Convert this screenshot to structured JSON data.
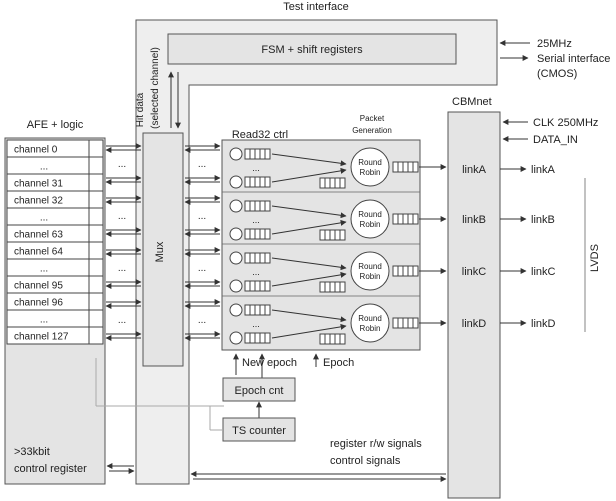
{
  "test_interface": {
    "title": "Test interface",
    "fsm_label": "FSM + shift registers",
    "clock_label": "25MHz",
    "serial_line1": "Serial interface",
    "serial_line2": "(CMOS)"
  },
  "afe": {
    "title": "AFE + logic",
    "channels": [
      "channel 0",
      "...",
      "channel 31",
      "channel 32",
      "...",
      "channel 63",
      "channel 64",
      "...",
      "channel 95",
      "channel 96",
      "...",
      "channel 127"
    ],
    "control_line1": ">33kbit",
    "control_line2": "control register"
  },
  "mux": {
    "label": "Mux",
    "hit_line1": "Hit data",
    "hit_line2": "(selected channel)"
  },
  "read32": {
    "title": "Read32 ctrl",
    "packet_line1": "Packet",
    "packet_line2": "Generation",
    "round_line1": "Round",
    "round_line2": "Robin",
    "dots": "..."
  },
  "epoch": {
    "new_epoch": "New epoch",
    "epoch": "Epoch",
    "epoch_cnt": "Epoch cnt",
    "ts_counter": "TS counter"
  },
  "cbmnet": {
    "title": "CBMnet",
    "clk_label": "CLK 250MHz",
    "data_in_label": "DATA_IN",
    "links": [
      "linkA",
      "linkB",
      "linkC",
      "linkD"
    ],
    "lvds": "LVDS"
  },
  "signals": {
    "rw_line1": "register r/w signals",
    "rw_line2": "control signals"
  }
}
